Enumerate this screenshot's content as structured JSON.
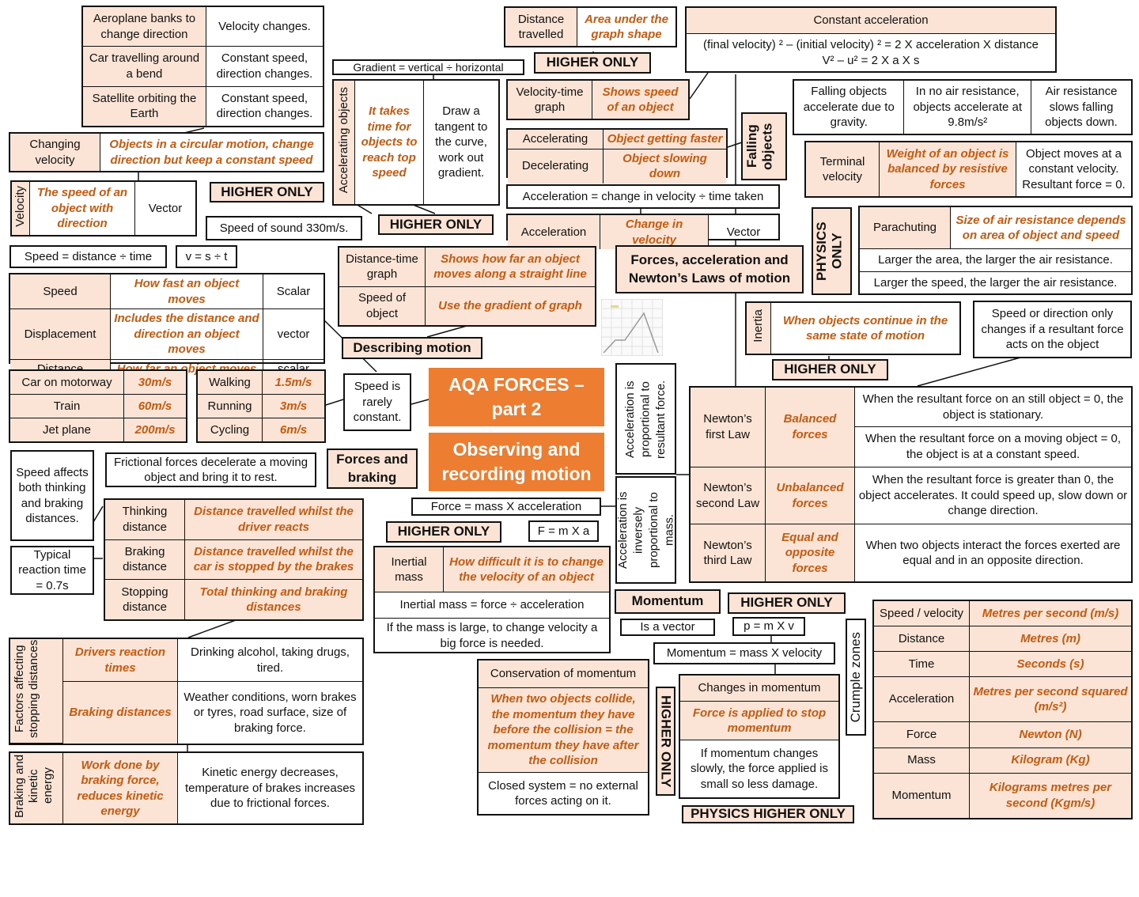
{
  "title": {
    "line1": "AQA FORCES –",
    "line2": "part 2"
  },
  "subtitle": {
    "line1": "Observing and",
    "line2": "recording motion"
  },
  "hub_forces": {
    "line1": "Forces, acceleration and",
    "line2": "Newton’s Laws of motion"
  },
  "describing_motion": "Describing motion",
  "speed_rarely": "Speed is rarely constant.",
  "forces_braking": {
    "line1": "Forces and",
    "line2": "braking"
  },
  "higher_only": "HIGHER ONLY",
  "physics_only": "PHYSICS ONLY",
  "physics_higher_only": "PHYSICS HIGHER ONLY",
  "velocity_examples": [
    {
      "label": "Aeroplane banks to change direction",
      "value": "Velocity changes."
    },
    {
      "label": "Car travelling around a bend",
      "value": "Constant speed, direction changes."
    },
    {
      "label": "Satellite orbiting the Earth",
      "value": "Constant speed, direction changes."
    }
  ],
  "changing_velocity": {
    "label": "Changing velocity",
    "desc": "Objects in a circular motion, change direction but keep a constant speed"
  },
  "velocity": {
    "label": "Velocity",
    "desc": "The speed of an object with direction",
    "type": "Vector"
  },
  "speed_of_sound": "Speed of sound 330m/s.",
  "speed_formula": "Speed = distance ÷ time",
  "speed_symbol": "v = s ÷ t",
  "speed_terms": [
    {
      "term": "Speed",
      "desc": "How fast an object moves",
      "type": "Scalar"
    },
    {
      "term": "Displacement",
      "desc": "Includes the distance and direction an object moves",
      "type": "vector"
    },
    {
      "term": "Distance",
      "desc": "How far an object moves",
      "type": "scalar"
    }
  ],
  "vehicle_speeds": [
    {
      "label": "Car on motorway",
      "value": "30m/s"
    },
    {
      "label": "Train",
      "value": "60m/s"
    },
    {
      "label": "Jet plane",
      "value": "200m/s"
    }
  ],
  "human_speeds": [
    {
      "label": "Walking",
      "value": "1.5m/s"
    },
    {
      "label": "Running",
      "value": "3m/s"
    },
    {
      "label": "Cycling",
      "value": "6m/s"
    }
  ],
  "gradient_formula": "Gradient = vertical ÷ horizontal",
  "accelerating_objects": {
    "label": "Accelerating objects",
    "desc": "It takes time for objects to reach top speed",
    "method": "Draw a tangent to the curve, work out gradient."
  },
  "distance_travelled": {
    "label": "Distance travelled",
    "desc": "Area under the graph shape"
  },
  "vt_graph": {
    "label": "Velocity-time graph",
    "desc": "Shows speed of an object"
  },
  "acc_dec": [
    {
      "label": "Accelerating",
      "desc": "Object getting faster"
    },
    {
      "label": "Decelerating",
      "desc": "Object slowing down"
    }
  ],
  "acceleration_formula": "Acceleration = change in velocity ÷ time taken",
  "acceleration": {
    "label": "Acceleration",
    "desc": "Change in velocity",
    "type": "Vector"
  },
  "dt_graph": [
    {
      "label": "Distance-time graph",
      "desc": "Shows how far an object moves along a straight line"
    },
    {
      "label": "Speed of object",
      "desc": "Use the gradient of graph"
    }
  ],
  "constant_acceleration": {
    "header": "Constant acceleration",
    "line1": "(final velocity) ² – (initial velocity) ² = 2 X acceleration X distance",
    "line2": "V² – u² = 2 X a X s"
  },
  "falling_objects": {
    "label": "Falling objects",
    "cells": [
      "Falling objects accelerate due to gravity.",
      "In no air resistance, objects accelerate at 9.8m/s²",
      "Air resistance slows falling objects down."
    ]
  },
  "terminal_velocity": {
    "label": "Terminal velocity",
    "desc": "Weight of an object is balanced by resistive forces",
    "note": "Object moves at a constant velocity. Resultant force = 0."
  },
  "parachuting": {
    "label": "Parachuting",
    "desc": "Size of air resistance depends on area of object and speed",
    "rows": [
      "Larger the area, the larger the air resistance.",
      "Larger the speed, the larger the air resistance."
    ]
  },
  "inertia": {
    "label": "Inertia",
    "desc": "When objects continue in the same state of motion"
  },
  "speed_direction_note": "Speed or direction only changes if a resultant force acts on the object",
  "newton_laws": [
    {
      "law": "Newton’s first Law",
      "desc": "Balanced forces",
      "notes": [
        "When the resultant force on an still object = 0, the object is stationary.",
        "When the resultant force on a moving object = 0, the object is at a constant speed."
      ]
    },
    {
      "law": "Newton’s second Law",
      "desc": "Unbalanced forces",
      "notes": [
        "When the resultant force is greater than 0, the object accelerates. It could speed up, slow down or change direction."
      ]
    },
    {
      "law": "Newton’s third Law",
      "desc": "Equal and opposite forces",
      "notes": [
        "When two objects interact the forces exerted are equal and in an opposite direction."
      ]
    }
  ],
  "acc_proportional": "Acceleration is proportional to resultant force.",
  "acc_inverse": "Acceleration is inversely proportional to mass.",
  "force_formula": "Force = mass X acceleration",
  "force_symbol": "F = m X a",
  "inertial_mass": {
    "label": "Inertial mass",
    "desc": "How difficult it is to change the velocity of an object",
    "formula": "Inertial mass = force ÷ acceleration",
    "note": "If the mass is large, to change velocity a big force is needed."
  },
  "frictional_forces": "Frictional forces decelerate a moving object and bring it to rest.",
  "speed_affects": "Speed affects both thinking and braking distances.",
  "reaction_time": "Typical reaction time = 0.7s",
  "stopping_terms": [
    {
      "label": "Thinking distance",
      "desc": "Distance travelled whilst the driver reacts"
    },
    {
      "label": "Braking distance",
      "desc": "Distance travelled whilst the car is stopped by the brakes"
    },
    {
      "label": "Stopping distance",
      "desc": "Total thinking and braking distances"
    }
  ],
  "factors": {
    "label": "Factors affecting stopping distances",
    "rows": [
      {
        "desc": "Drivers reaction times",
        "note": "Drinking alcohol, taking drugs, tired."
      },
      {
        "desc": "Braking distances",
        "note": "Weather conditions, worn brakes or tyres, road surface, size of braking force."
      }
    ]
  },
  "braking_ke": {
    "label": "Braking and kinetic energy",
    "desc": "Work done by braking force, reduces kinetic energy",
    "note": "Kinetic energy decreases, temperature of brakes increases due to frictional forces."
  },
  "momentum": {
    "label": "Momentum",
    "vector": "Is a vector",
    "symbol": "p = m X v",
    "formula": "Momentum  = mass X velocity"
  },
  "conservation": {
    "header": "Conservation of momentum",
    "desc": "When two objects collide, the momentum they have before the collision = the momentum they have after the collision",
    "note": "Closed system = no external forces acting on it."
  },
  "changes_momentum": {
    "header": "Changes in momentum",
    "desc": "Force is applied to stop momentum",
    "note": "If momentum  changes slowly, the force applied is small so less damage."
  },
  "crumple_zones": "Crumple zones",
  "units": [
    {
      "q": "Speed / velocity",
      "u": "Metres per second (m/s)"
    },
    {
      "q": "Distance",
      "u": "Metres (m)"
    },
    {
      "q": "Time",
      "u": "Seconds (s)"
    },
    {
      "q": "Acceleration",
      "u": "Metres per second squared (m/s²)"
    },
    {
      "q": "Force",
      "u": "Newton (N)"
    },
    {
      "q": "Mass",
      "u": "Kilogram (Kg)"
    },
    {
      "q": "Momentum",
      "u": "Kilograms metres per second (Kgm/s)"
    }
  ],
  "colors": {
    "accent": "#ed7d31",
    "key_fill": "#fbe4d5",
    "desc_text": "#c55a11"
  }
}
